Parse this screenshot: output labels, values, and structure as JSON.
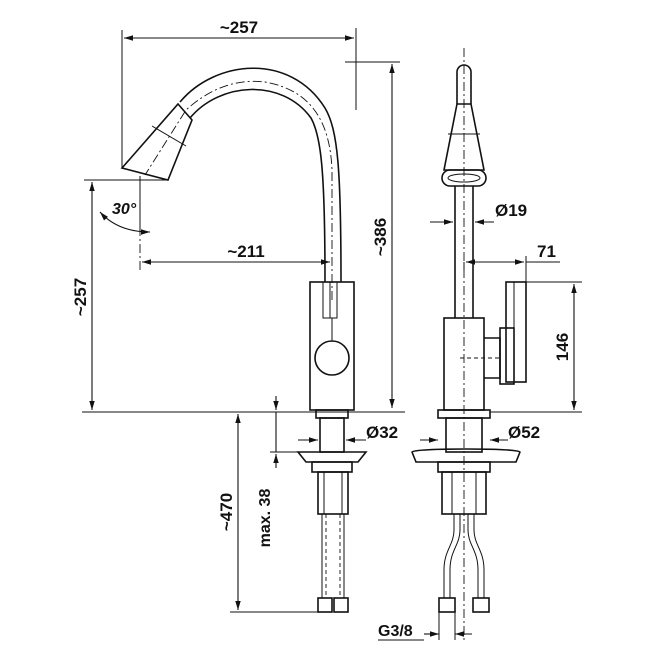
{
  "dimensions": {
    "total_width": "~257",
    "reach": "~211",
    "height": "~386",
    "spout_height": "~257",
    "spout_angle": "30°",
    "below_deck": "~470",
    "deck_thickness": "max. 38",
    "base_diameter_side": "Ø32",
    "base_diameter_front": "Ø52",
    "tube_diameter": "Ø19",
    "lever_depth": "71",
    "lever_height": "146",
    "thread": "G3/8"
  }
}
